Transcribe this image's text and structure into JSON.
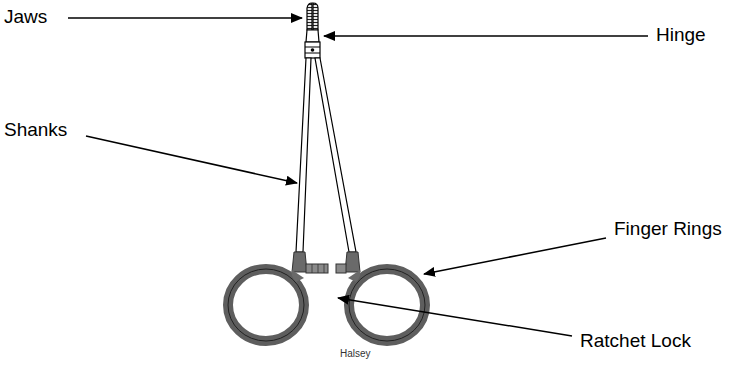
{
  "diagram": {
    "labels": [
      "Jaws",
      "Hinge",
      "Shanks",
      "Finger Rings",
      "Ratchet Lock",
      "Halsey"
    ]
  }
}
